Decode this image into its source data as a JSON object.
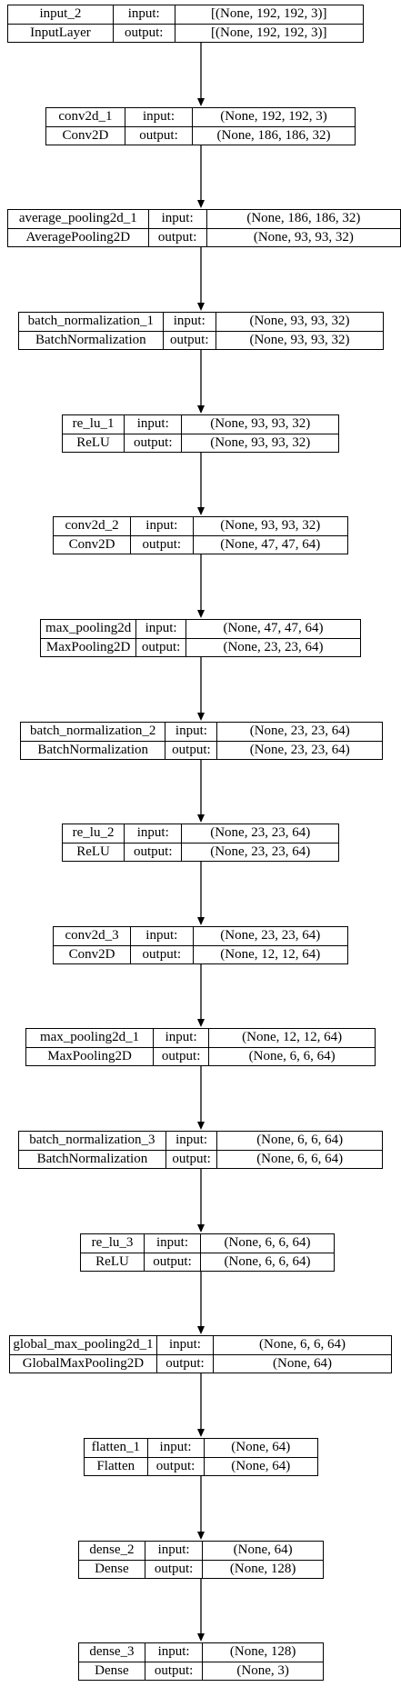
{
  "layers": [
    {
      "name": "input_2",
      "type": "InputLayer",
      "in_label": "input:",
      "out_label": "output:",
      "input": "[(None, 192, 192, 3)]",
      "output": "[(None, 192, 192, 3)]"
    },
    {
      "name": "conv2d_1",
      "type": "Conv2D",
      "in_label": "input:",
      "out_label": "output:",
      "input": "(None, 192, 192, 3)",
      "output": "(None, 186, 186, 32)"
    },
    {
      "name": "average_pooling2d_1",
      "type": "AveragePooling2D",
      "in_label": "input:",
      "out_label": "output:",
      "input": "(None, 186, 186, 32)",
      "output": "(None, 93, 93, 32)"
    },
    {
      "name": "batch_normalization_1",
      "type": "BatchNormalization",
      "in_label": "input:",
      "out_label": "output:",
      "input": "(None, 93, 93, 32)",
      "output": "(None, 93, 93, 32)"
    },
    {
      "name": "re_lu_1",
      "type": "ReLU",
      "in_label": "input:",
      "out_label": "output:",
      "input": "(None, 93, 93, 32)",
      "output": "(None, 93, 93, 32)"
    },
    {
      "name": "conv2d_2",
      "type": "Conv2D",
      "in_label": "input:",
      "out_label": "output:",
      "input": "(None, 93, 93, 32)",
      "output": "(None, 47, 47, 64)"
    },
    {
      "name": "max_pooling2d",
      "type": "MaxPooling2D",
      "in_label": "input:",
      "out_label": "output:",
      "input": "(None, 47, 47, 64)",
      "output": "(None, 23, 23, 64)"
    },
    {
      "name": "batch_normalization_2",
      "type": "BatchNormalization",
      "in_label": "input:",
      "out_label": "output:",
      "input": "(None, 23, 23, 64)",
      "output": "(None, 23, 23, 64)"
    },
    {
      "name": "re_lu_2",
      "type": "ReLU",
      "in_label": "input:",
      "out_label": "output:",
      "input": "(None, 23, 23, 64)",
      "output": "(None, 23, 23, 64)"
    },
    {
      "name": "conv2d_3",
      "type": "Conv2D",
      "in_label": "input:",
      "out_label": "output:",
      "input": "(None, 23, 23, 64)",
      "output": "(None, 12, 12, 64)"
    },
    {
      "name": "max_pooling2d_1",
      "type": "MaxPooling2D",
      "in_label": "input:",
      "out_label": "output:",
      "input": "(None, 12, 12, 64)",
      "output": "(None, 6, 6, 64)"
    },
    {
      "name": "batch_normalization_3",
      "type": "BatchNormalization",
      "in_label": "input:",
      "out_label": "output:",
      "input": "(None, 6, 6, 64)",
      "output": "(None, 6, 6, 64)"
    },
    {
      "name": "re_lu_3",
      "type": "ReLU",
      "in_label": "input:",
      "out_label": "output:",
      "input": "(None, 6, 6, 64)",
      "output": "(None, 6, 6, 64)"
    },
    {
      "name": "global_max_pooling2d_1",
      "type": "GlobalMaxPooling2D",
      "in_label": "input:",
      "out_label": "output:",
      "input": "(None, 6, 6, 64)",
      "output": "(None, 64)"
    },
    {
      "name": "flatten_1",
      "type": "Flatten",
      "in_label": "input:",
      "out_label": "output:",
      "input": "(None, 64)",
      "output": "(None, 64)"
    },
    {
      "name": "dense_2",
      "type": "Dense",
      "in_label": "input:",
      "out_label": "output:",
      "input": "(None, 64)",
      "output": "(None, 128)"
    },
    {
      "name": "dense_3",
      "type": "Dense",
      "in_label": "input:",
      "out_label": "output:",
      "input": "(None, 128)",
      "output": "(None, 3)"
    }
  ]
}
